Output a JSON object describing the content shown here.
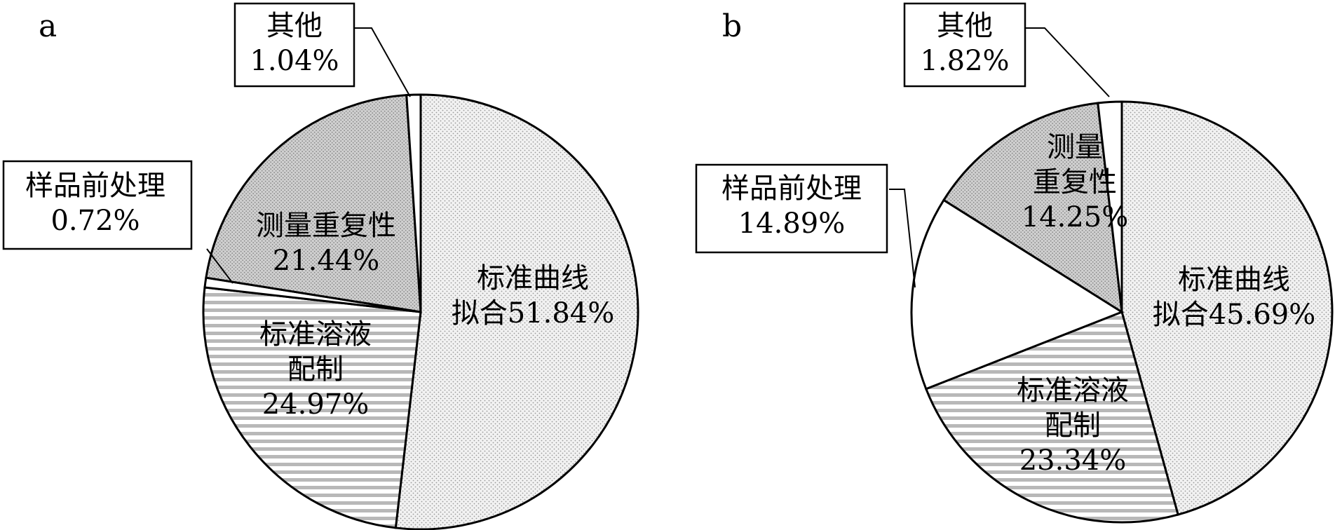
{
  "chart_data": [
    {
      "type": "pie",
      "panel": "a",
      "slices": [
        {
          "label": "标准曲线拟合",
          "value": 51.84,
          "display": [
            "标准曲线",
            "拟合51.84%"
          ],
          "pattern": "dots-light",
          "callout": false
        },
        {
          "label": "标准溶液配制",
          "value": 24.97,
          "display": [
            "标准溶液",
            "配制",
            "24.97%"
          ],
          "pattern": "hstripes",
          "callout": false
        },
        {
          "label": "样品前处理",
          "value": 0.72,
          "display": [
            "样品前处理",
            "0.72%"
          ],
          "pattern": "white",
          "callout": true
        },
        {
          "label": "测量重复性",
          "value": 21.44,
          "display": [
            "测量重复性",
            "21.44%"
          ],
          "pattern": "dots-dark",
          "callout": false
        },
        {
          "label": "其他",
          "value": 1.04,
          "display": [
            "其他",
            "1.04%"
          ],
          "pattern": "white",
          "callout": true
        }
      ]
    },
    {
      "type": "pie",
      "panel": "b",
      "slices": [
        {
          "label": "标准曲线拟合",
          "value": 45.69,
          "display": [
            "标准曲线",
            "拟合45.69%"
          ],
          "pattern": "dots-light",
          "callout": false
        },
        {
          "label": "标准溶液配制",
          "value": 23.34,
          "display": [
            "标准溶液",
            "配制",
            "23.34%"
          ],
          "pattern": "hstripes",
          "callout": false
        },
        {
          "label": "样品前处理",
          "value": 14.89,
          "display": [
            "样品前处理",
            "14.89%"
          ],
          "pattern": "white",
          "callout": true
        },
        {
          "label": "测量重复性",
          "value": 14.25,
          "display": [
            "测量",
            "重复性",
            "14.25%"
          ],
          "pattern": "dots-dark",
          "callout": false
        },
        {
          "label": "其他",
          "value": 1.82,
          "display": [
            "其他",
            "1.82%"
          ],
          "pattern": "white",
          "callout": true
        }
      ]
    }
  ],
  "colors": {
    "dots_light_bg": "#f2f2f2",
    "dots_light_dot": "#9a9a9a",
    "dots_dark_bg": "#d0d0d0",
    "dots_dark_dot": "#8a8a8a",
    "stripe_line": "#b8b8b8",
    "outline": "#000000"
  }
}
